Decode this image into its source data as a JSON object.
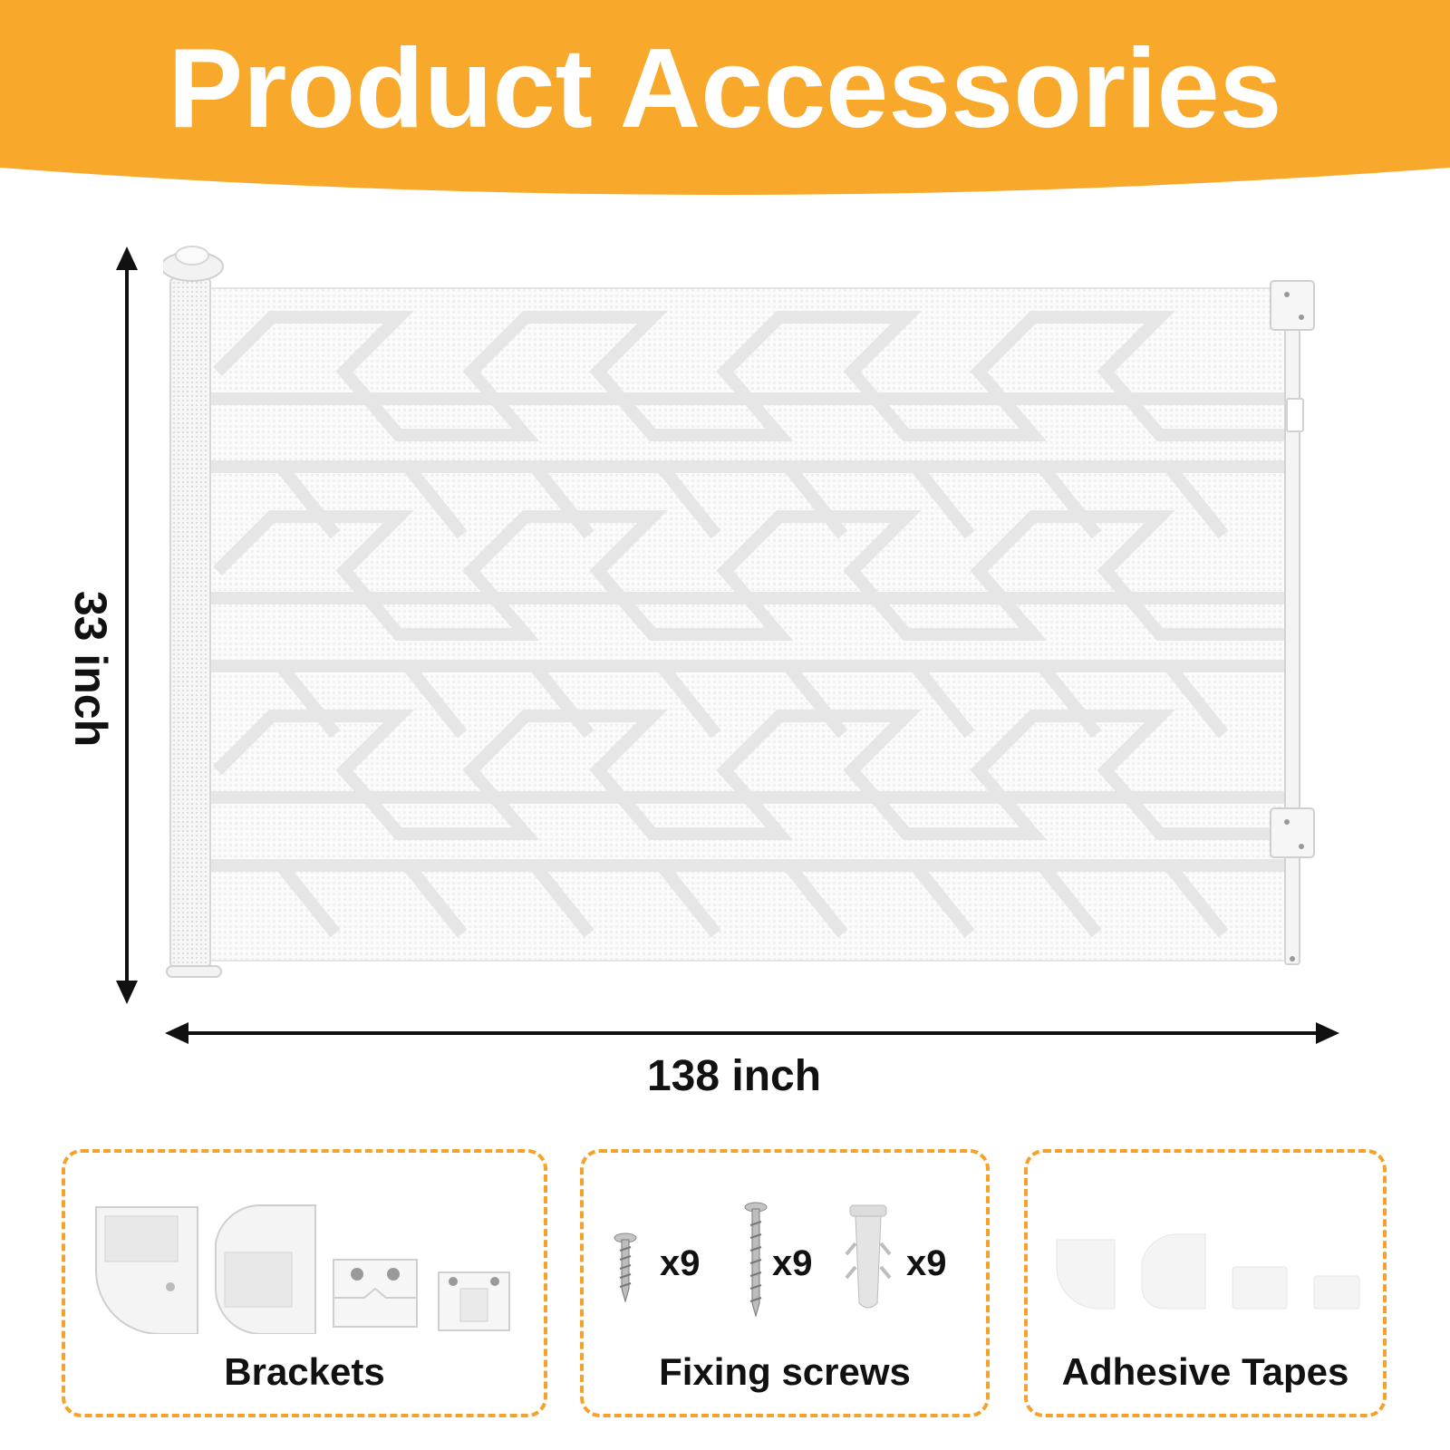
{
  "banner": {
    "title": "Product Accessories",
    "color": "#f8a92c"
  },
  "dimensions": {
    "height_label": "33 inch",
    "width_label": "138 inch"
  },
  "panels": {
    "brackets": {
      "label": "Brackets"
    },
    "screws": {
      "label": "Fixing screws",
      "items": [
        {
          "icon": "short-screw-icon",
          "quantity": "x9"
        },
        {
          "icon": "long-screw-icon",
          "quantity": "x9"
        },
        {
          "icon": "wall-anchor-icon",
          "quantity": "x9"
        }
      ]
    },
    "tapes": {
      "label": "Adhesive Tapes"
    }
  },
  "colors": {
    "accent": "#f5a22c",
    "mesh": "#e9e9e9",
    "frame": "#d8d8d8"
  }
}
